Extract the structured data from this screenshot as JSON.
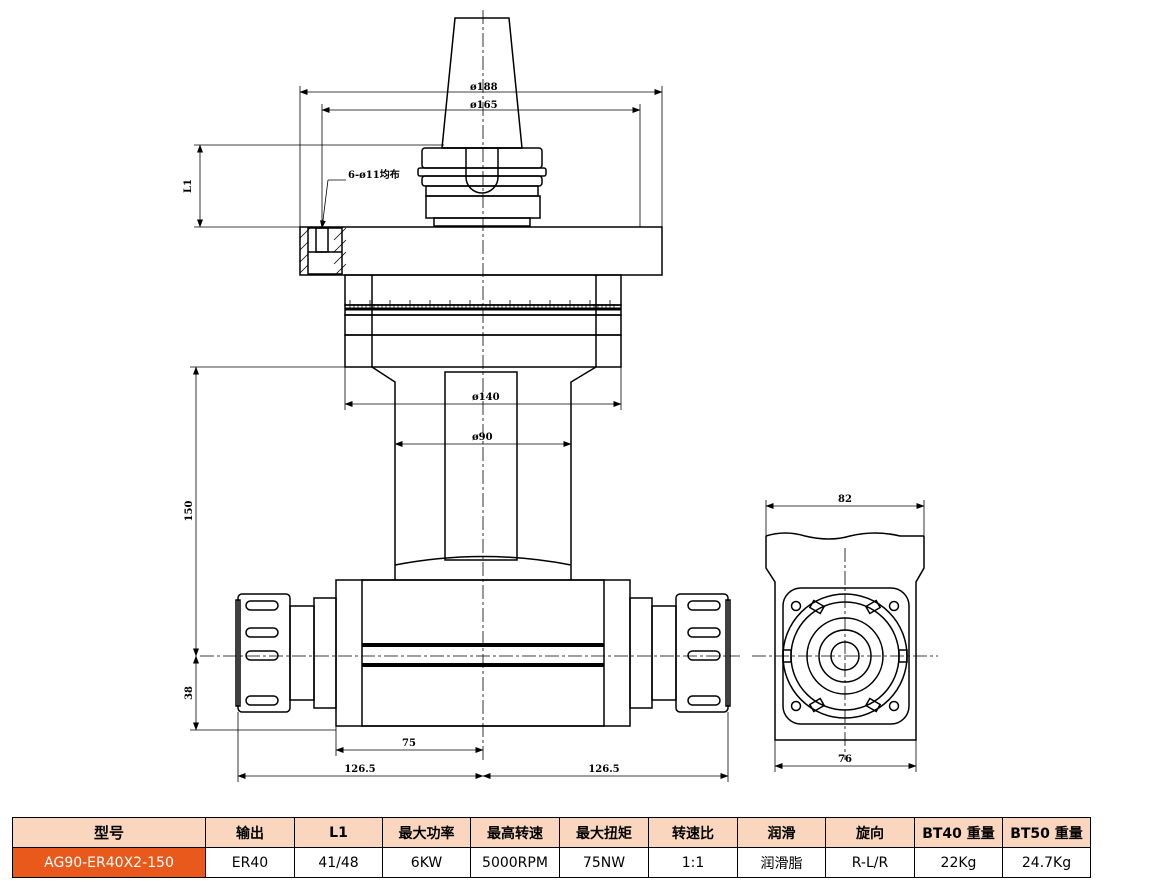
{
  "drawing": {
    "labels": {
      "d188": "ø188",
      "d165": "ø165",
      "l1": "L1",
      "holes": "6-ø11均布",
      "d140": "ø140",
      "d90": "ø90",
      "h150": "150",
      "h38": "38",
      "w75": "75",
      "w126a": "126.5",
      "w126b": "126.5",
      "w82": "82",
      "w76": "76"
    }
  },
  "specs": {
    "headers": [
      "型号",
      "输出",
      "L1",
      "最大功率",
      "最高转速",
      "最大扭矩",
      "转速比",
      "润滑",
      "旋向",
      "BT40 重量",
      "BT50 重量"
    ],
    "row": [
      "AG90-ER40X2-150",
      "ER40",
      "41/48",
      "6KW",
      "5000RPM",
      "75NW",
      "1:1",
      "润滑脂",
      "R-L/R",
      "22Kg",
      "24.7Kg"
    ]
  },
  "colors": {
    "header_fill": "#f9d6bd",
    "model_fill": "#e8591b",
    "line": "#000000"
  }
}
